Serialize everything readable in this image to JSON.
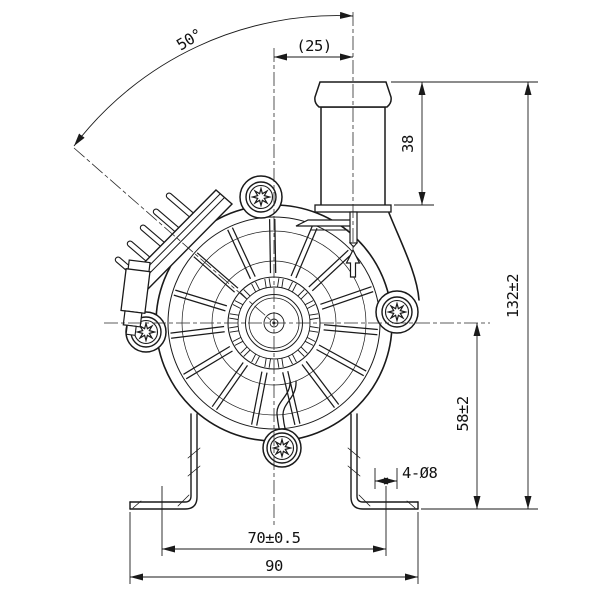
{
  "drawing": {
    "background": "#ffffff",
    "line_color": "#1a1a1a",
    "dimensions": {
      "angle": "50°",
      "port_offset": "(25)",
      "barb_length": "38",
      "overall_height": "132±2",
      "axis_to_base": "58±2",
      "mounting_holes": "4-Ø8",
      "hole_spacing": "70±0.5",
      "base_width": "90"
    }
  }
}
